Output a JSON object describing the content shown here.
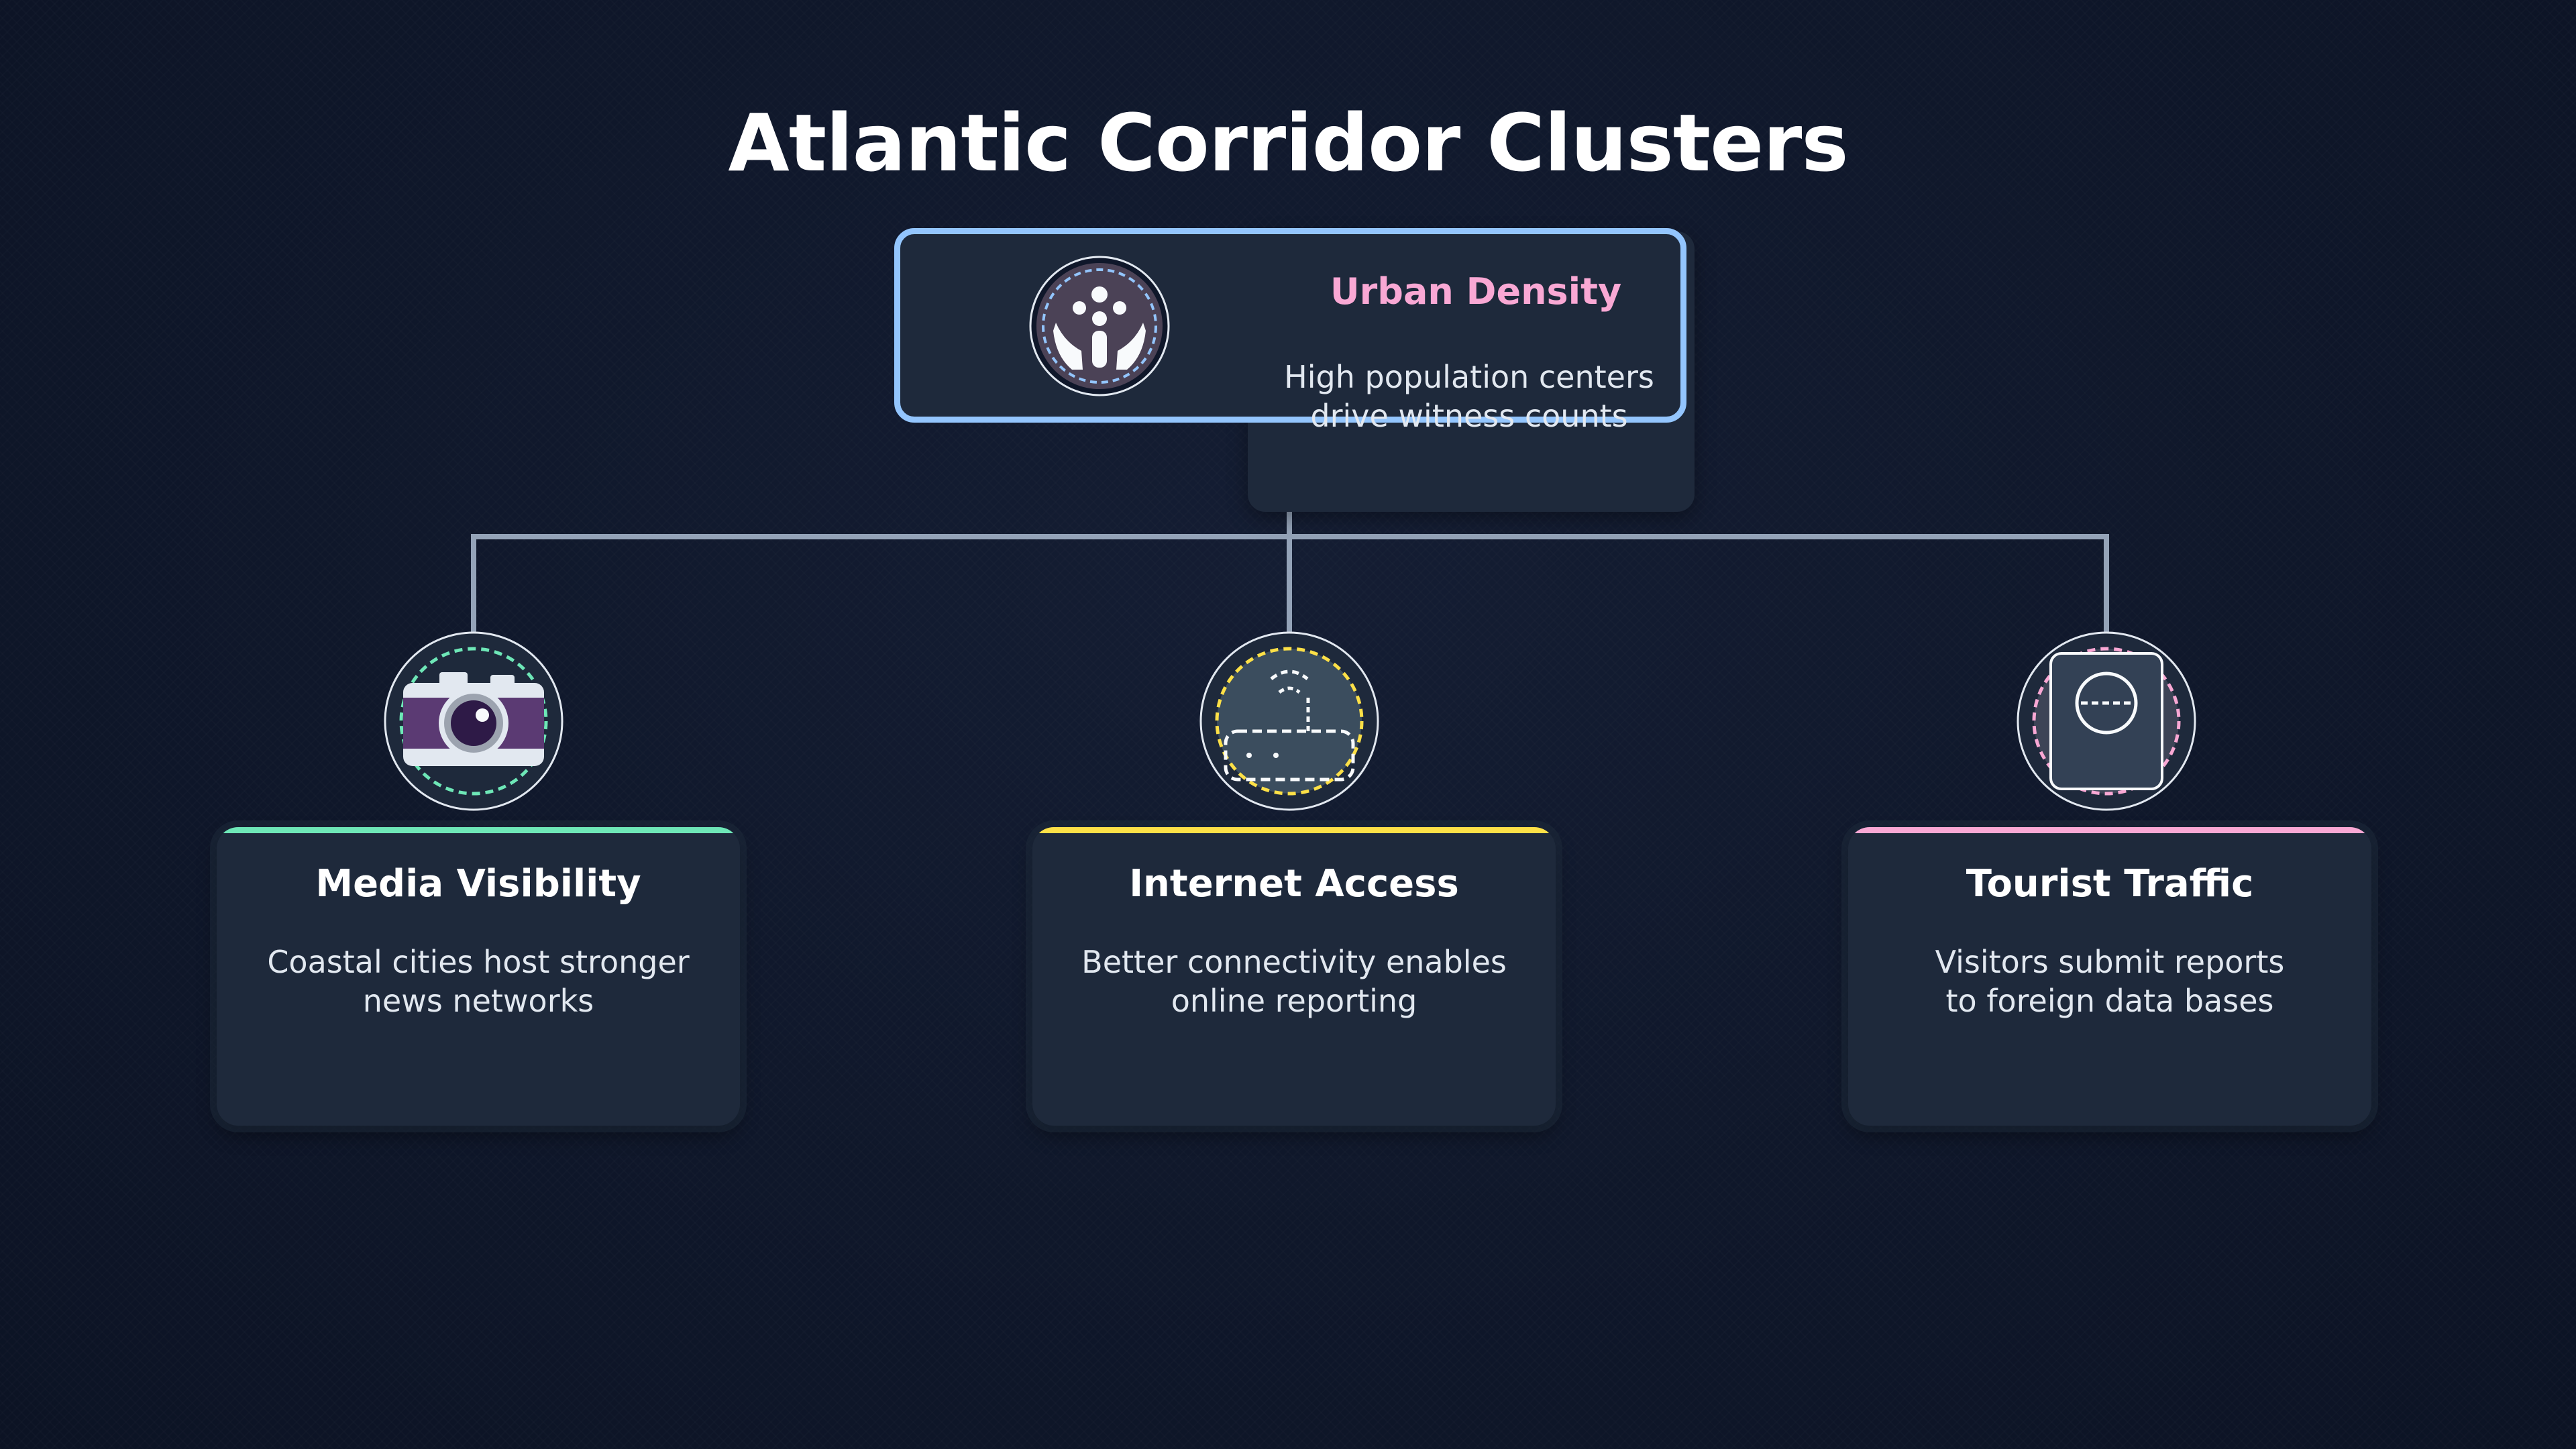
{
  "title": "Atlantic Corridor Clusters",
  "root": {
    "title": "Urban Density",
    "description_lines": [
      "High population centers",
      "drive witness counts"
    ],
    "icon": "crowd-icon",
    "border_color": "#93c5fd",
    "title_color": "#f9a8d4"
  },
  "children": [
    {
      "title": "Media Visibility",
      "description_lines": [
        "Coastal cities host stronger",
        "news networks"
      ],
      "icon": "camera-icon",
      "accent_color": "#6ee7b7"
    },
    {
      "title": "Internet Access",
      "description_lines": [
        "Better connectivity enables",
        "online reporting"
      ],
      "icon": "router-icon",
      "accent_color": "#fde047"
    },
    {
      "title": "Tourist Traffic",
      "description_lines": [
        "Visitors submit reports",
        "to foreign data bases"
      ],
      "icon": "passport-icon",
      "accent_color": "#f9a8d4"
    }
  ],
  "colors": {
    "background": "#0f172a",
    "card": "#1e293b",
    "connector": "#94a3b8"
  }
}
